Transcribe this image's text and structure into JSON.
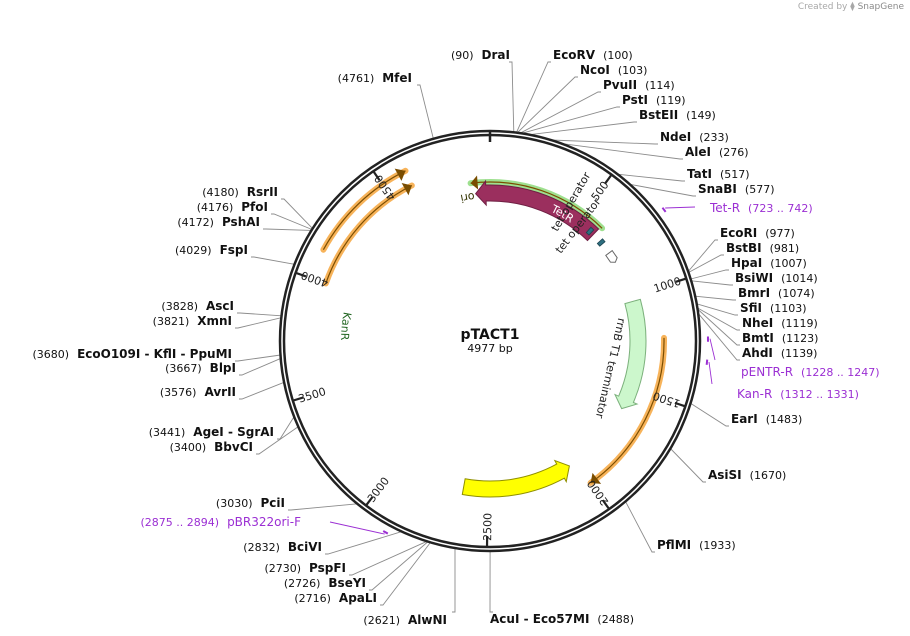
{
  "branding": {
    "credit_prefix": "Created by",
    "credit_brand": "SnapGene"
  },
  "plasmid": {
    "name": "pTACT1",
    "size_label": "4977 bp",
    "length": 4977
  },
  "colors": {
    "backbone": "#222222",
    "tetR_fill": "#9b2f5e",
    "tetR_outline": "#6f1f43",
    "kanR_fill": "#ccf7cc",
    "kanR_outline": "#7bb07b",
    "ori_fill": "#ffff00",
    "ori_outline": "#8f8f00",
    "operator_fill": "#2e6f80",
    "orf_orange": "#f7b35a",
    "orf_green": "#9ee08f",
    "primer": "#9b2fd3",
    "leader": "#8c8c8c"
  },
  "ticks": [
    {
      "bp": 500,
      "label": "500"
    },
    {
      "bp": 1000,
      "label": "1000"
    },
    {
      "bp": 1500,
      "label": "1500"
    },
    {
      "bp": 2000,
      "label": "2000"
    },
    {
      "bp": 2500,
      "label": "2500"
    },
    {
      "bp": 3000,
      "label": "3000"
    },
    {
      "bp": 3500,
      "label": "3500"
    },
    {
      "bp": 4000,
      "label": "4000"
    },
    {
      "bp": 4500,
      "label": "4500"
    }
  ],
  "features": [
    {
      "name": "TetR",
      "type": "cds",
      "start": 4900,
      "end": 610,
      "label": "TetR"
    },
    {
      "name": "tet operator 1",
      "type": "operator",
      "start": 575,
      "end": 595,
      "label": "tet operator"
    },
    {
      "name": "tet operator 2",
      "type": "operator",
      "start": 660,
      "end": 680,
      "label": "tet operator"
    },
    {
      "name": "rrnB T1 terminator",
      "type": "terminator",
      "start": 740,
      "end": 800,
      "label": "rrnB T1 terminator"
    },
    {
      "name": "KanR",
      "type": "cds",
      "start": 1030,
      "end": 1620,
      "label": "KanR"
    },
    {
      "name": "ori",
      "type": "rep_origin",
      "start": 2040,
      "end": 2630,
      "label": "ori"
    }
  ],
  "orf_arcs": [
    {
      "color": "orange",
      "start": 4130,
      "end": 4612
    },
    {
      "color": "orange",
      "start": 4000,
      "end": 4608
    },
    {
      "color": "green",
      "start": 4880,
      "end": 620
    },
    {
      "color": "orange",
      "start": 1230,
      "end": 2000
    }
  ],
  "enzymes": [
    {
      "name": "MfeI",
      "pos": "(4761)"
    },
    {
      "name": "DraI",
      "pos": "(90)"
    },
    {
      "name": "EcoRV",
      "pos": "(100)"
    },
    {
      "name": "NcoI",
      "pos": "(103)"
    },
    {
      "name": "PvuII",
      "pos": "(114)"
    },
    {
      "name": "PstI",
      "pos": "(119)"
    },
    {
      "name": "BstEII",
      "pos": "(149)"
    },
    {
      "name": "NdeI",
      "pos": "(233)"
    },
    {
      "name": "AleI",
      "pos": "(276)"
    },
    {
      "name": "TatI",
      "pos": "(517)"
    },
    {
      "name": "SnaBI",
      "pos": "(577)"
    },
    {
      "name": "EcoRI",
      "pos": "(977)"
    },
    {
      "name": "BstBI",
      "pos": "(981)"
    },
    {
      "name": "HpaI",
      "pos": "(1007)"
    },
    {
      "name": "BsiWI",
      "pos": "(1014)"
    },
    {
      "name": "BmrI",
      "pos": "(1074)"
    },
    {
      "name": "SfiI",
      "pos": "(1103)"
    },
    {
      "name": "NheI",
      "pos": "(1119)"
    },
    {
      "name": "BmtI",
      "pos": "(1123)"
    },
    {
      "name": "AhdI",
      "pos": "(1139)"
    },
    {
      "name": "EarI",
      "pos": "(1483)"
    },
    {
      "name": "AsiSI",
      "pos": "(1670)"
    },
    {
      "name": "PflMI",
      "pos": "(1933)"
    },
    {
      "name": "AcuI - Eco57MI",
      "pos": "(2488)"
    },
    {
      "name": "AlwNI",
      "pos": "(2621)"
    },
    {
      "name": "ApaLI",
      "pos": "(2716)"
    },
    {
      "name": "BseYI",
      "pos": "(2726)"
    },
    {
      "name": "PspFI",
      "pos": "(2730)"
    },
    {
      "name": "BciVI",
      "pos": "(2832)"
    },
    {
      "name": "PciI",
      "pos": "(3030)"
    },
    {
      "name": "BbvCI",
      "pos": "(3400)"
    },
    {
      "name": "AgeI - SgrAI",
      "pos": "(3441)"
    },
    {
      "name": "AvrII",
      "pos": "(3576)"
    },
    {
      "name": "BlpI",
      "pos": "(3667)"
    },
    {
      "name": "EcoO109I - KflI - PpuMI",
      "pos": "(3680)"
    },
    {
      "name": "XmnI",
      "pos": "(3821)"
    },
    {
      "name": "AscI",
      "pos": "(3828)"
    },
    {
      "name": "FspI",
      "pos": "(4029)"
    },
    {
      "name": "PshAI",
      "pos": "(4172)"
    },
    {
      "name": "PfoI",
      "pos": "(4176)"
    },
    {
      "name": "RsrII",
      "pos": "(4180)"
    }
  ],
  "primers": [
    {
      "name": "Tet-R",
      "range": "(723 .. 742)",
      "start": 723,
      "end": 742
    },
    {
      "name": "pENTR-R",
      "range": "(1228 .. 1247)",
      "start": 1228,
      "end": 1247
    },
    {
      "name": "Kan-R",
      "range": "(1312 .. 1331)",
      "start": 1312,
      "end": 1331
    },
    {
      "name": "pBR322ori-F",
      "range": "(2875 .. 2894)",
      "start": 2875,
      "end": 2894
    }
  ]
}
